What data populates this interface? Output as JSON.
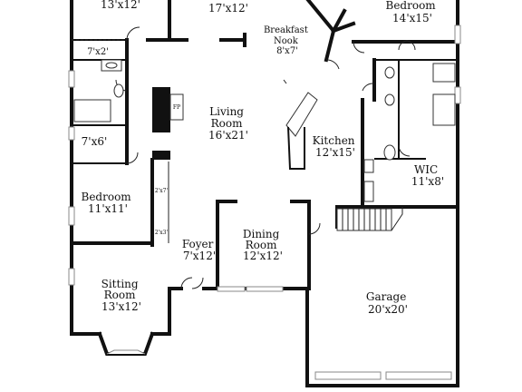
{
  "rooms": [
    {
      "id": "top-left-room",
      "lines": [
        "13'x12'"
      ]
    },
    {
      "id": "top-center-room",
      "lines": [
        "17'x12'"
      ]
    },
    {
      "id": "breakfast-nook",
      "lines": [
        "Breakfast",
        "Nook",
        "8'x7'"
      ]
    },
    {
      "id": "bedroom-top-right",
      "lines": [
        "Bedroom",
        "14'x15'"
      ]
    },
    {
      "id": "closet-7x2",
      "lines": [
        "7'x2'"
      ]
    },
    {
      "id": "living-room",
      "lines": [
        "Living",
        "Room",
        "16'x21'"
      ]
    },
    {
      "id": "fireplace",
      "lines": [
        "FP"
      ]
    },
    {
      "id": "kitchen",
      "lines": [
        "Kitchen",
        "12'x15'"
      ]
    },
    {
      "id": "room-7x6",
      "lines": [
        "7'x6'"
      ]
    },
    {
      "id": "wic",
      "lines": [
        "WIC",
        "11'x8'"
      ]
    },
    {
      "id": "bedroom-left",
      "lines": [
        "Bedroom",
        "11'x11'"
      ]
    },
    {
      "id": "closet-2x7",
      "lines": [
        "2'x7'"
      ]
    },
    {
      "id": "closet-2x3",
      "lines": [
        "2'x3'"
      ]
    },
    {
      "id": "foyer",
      "lines": [
        "Foyer",
        "7'x12'"
      ]
    },
    {
      "id": "dining-room",
      "lines": [
        "Dining",
        "Room",
        "12'x12'"
      ]
    },
    {
      "id": "sitting-room",
      "lines": [
        "Sitting",
        "Room",
        "13'x12'"
      ]
    },
    {
      "id": "garage",
      "lines": [
        "Garage",
        "20'x20'"
      ]
    }
  ]
}
